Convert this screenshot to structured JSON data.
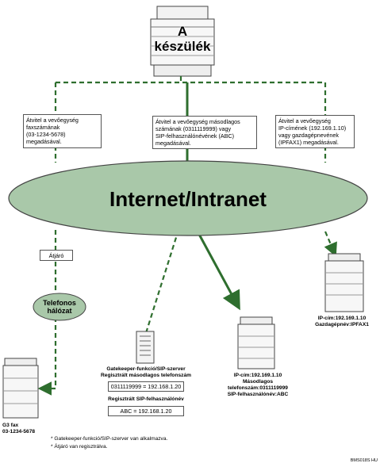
{
  "device_label": "A\nkészülék",
  "network_label": "Internet/Intranet",
  "callouts": {
    "left": "Átvitel a vevőegység\nfaxszámának\n(03-1234-5678)\nmegadásával.",
    "center": "Átvitel a vevőegység másodlagos\nszámának (0311119999) vagy\nSIP-felhasználónévének (ABC)\nmegadásával.",
    "right": "Átvitel a vevőegység\nIP-címének (192.169.1.10)\nvagy gazdagépnevének\n(IPFAX1) megadásával."
  },
  "gateway_label": "Átjáró",
  "phone_network_label": "Telefonos\nhálózat",
  "g3_fax_label": "G3 fax\n03-1234-5678",
  "server": {
    "title": "Gatekeeper-funkció/SIP-szerver\nRegisztrált másodlagos telefonszám",
    "mapping1": "0311119999 = 192.168.1.20",
    "sip_title": "Regisztrált SIP-felhasználónév",
    "mapping2": "ABC = 192.168.1.20"
  },
  "center_device_label": "IP-cím:192.169.1.10\nMásodlagos\ntelefonszám:0311119999\nSIP-felhasználónév:ABC",
  "right_device_label": "IP-cím:192.169.1.10\nGazdagépnév:IPFAX1",
  "footnotes": [
    "* Gatekeeper-funkció/SIP-szerver van alkalmazva.",
    "* Átjáró van regisztrálva."
  ],
  "figure_code": "BMS018S HU",
  "colors": {
    "network_fill": "#a9c8a9",
    "arrow_green": "#2e6e2e",
    "phone_fill": "#a9c8a9"
  }
}
